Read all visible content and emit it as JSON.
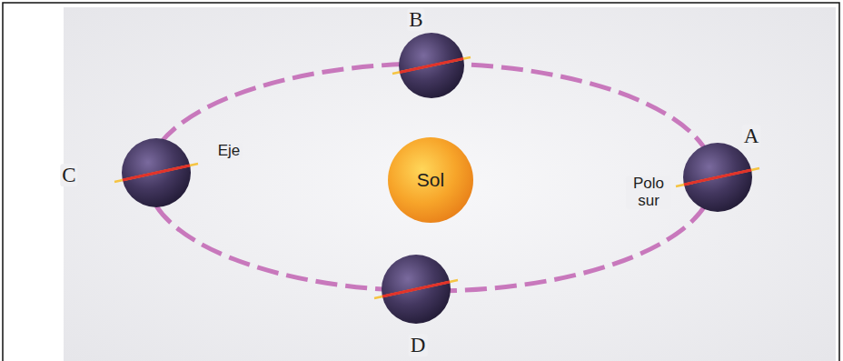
{
  "diagram": {
    "nodes": [
      {
        "text": [
          "Sol"
        ]
      }
    ],
    "labels": [
      "B",
      "A",
      "Eje",
      "C",
      "Polo sur",
      "D"
    ]
  }
}
